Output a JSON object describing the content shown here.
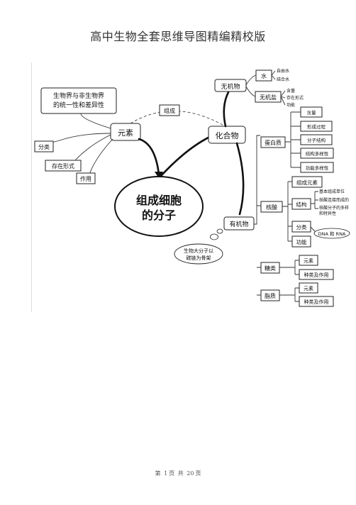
{
  "doc_title": "高中生物全套思维导图精编精校版",
  "center": {
    "line1": "组成细胞",
    "line2": "的分子"
  },
  "left": {
    "note_line1": "生物界与非生物界",
    "note_line2": "的统一性和差异性",
    "element": "元素",
    "classify": "分类",
    "existence": "存在形式",
    "function": "作用"
  },
  "relation_label": "组成",
  "compound": "化合物",
  "inorganic": {
    "label": "无机物",
    "water": {
      "label": "水",
      "items": [
        "自由水",
        "结合水"
      ]
    },
    "salt": {
      "label": "无机盐",
      "items": [
        "含量",
        "存在形式",
        "功能"
      ]
    }
  },
  "organic": {
    "label": "有机物",
    "cloud_line1": "生物大分子以",
    "cloud_line2": "碳链为骨架",
    "protein": {
      "label": "蛋白质",
      "items": [
        "含量",
        "形成过程",
        "分子结构",
        "结构多样性",
        "功能多样性"
      ]
    },
    "nucleic": {
      "label": "核酸",
      "elements": "组成元素",
      "structure": "结构",
      "structure_items": [
        "基本组成单位",
        "核酸连接而成的",
        "核酸分子的多样",
        "和特异性"
      ],
      "classify": "分类",
      "dna_rna": "DNA 和 RNA",
      "function": "功能"
    },
    "sugar": {
      "label": "糖类",
      "items": [
        "元素",
        "种类及作用"
      ]
    },
    "lipid": {
      "label": "脂质",
      "items": [
        "元素",
        "种类及作用"
      ]
    }
  },
  "footer": {
    "pre": "第",
    "page": "1",
    "mid": "页",
    "total_pre": "共",
    "total": "20",
    "post": "页"
  }
}
